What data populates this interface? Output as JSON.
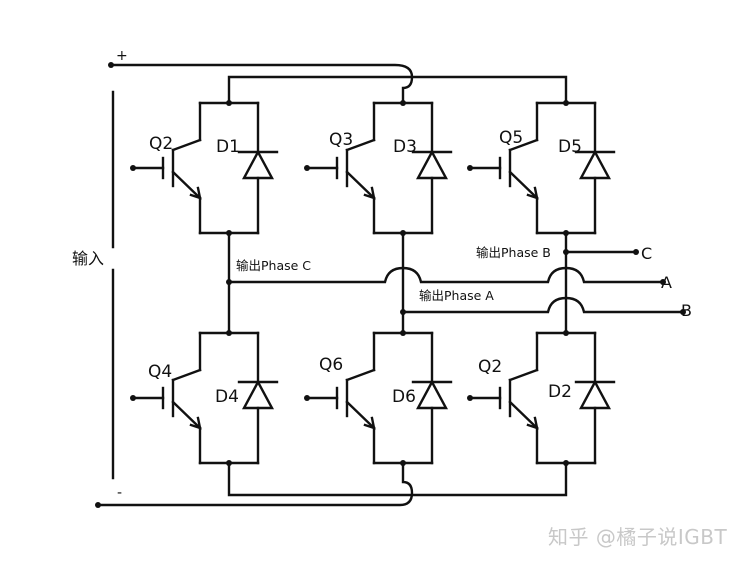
{
  "diagram": {
    "title": "Three-phase IGBT inverter bridge",
    "colors": {
      "wire": "#111111",
      "watermark": "#c8c8c8",
      "background": "#ffffff"
    },
    "rails": {
      "positive_label": "+",
      "negative_label": "-",
      "input_label": "输入"
    },
    "legs": [
      {
        "id": "left",
        "upper": {
          "transistor": "Q2",
          "diode": "D1"
        },
        "lower": {
          "transistor": "Q4",
          "diode": "D4"
        }
      },
      {
        "id": "middle",
        "upper": {
          "transistor": "Q3",
          "diode": "D3"
        },
        "lower": {
          "transistor": "Q6",
          "diode": "D6"
        }
      },
      {
        "id": "right",
        "upper": {
          "transistor": "Q5",
          "diode": "D5"
        },
        "lower": {
          "transistor": "Q2",
          "diode": "D2"
        }
      }
    ],
    "outputs": [
      {
        "label": "输出Phase C",
        "from_leg": "left",
        "terminal": "A"
      },
      {
        "label": "输出Phase A",
        "from_leg": "middle",
        "terminal": "B"
      },
      {
        "label": "输出Phase B",
        "from_leg": "right",
        "terminal": "C"
      }
    ],
    "terminals": [
      "C",
      "A",
      "B"
    ],
    "watermark": "知乎 @橘子说IGBT"
  }
}
